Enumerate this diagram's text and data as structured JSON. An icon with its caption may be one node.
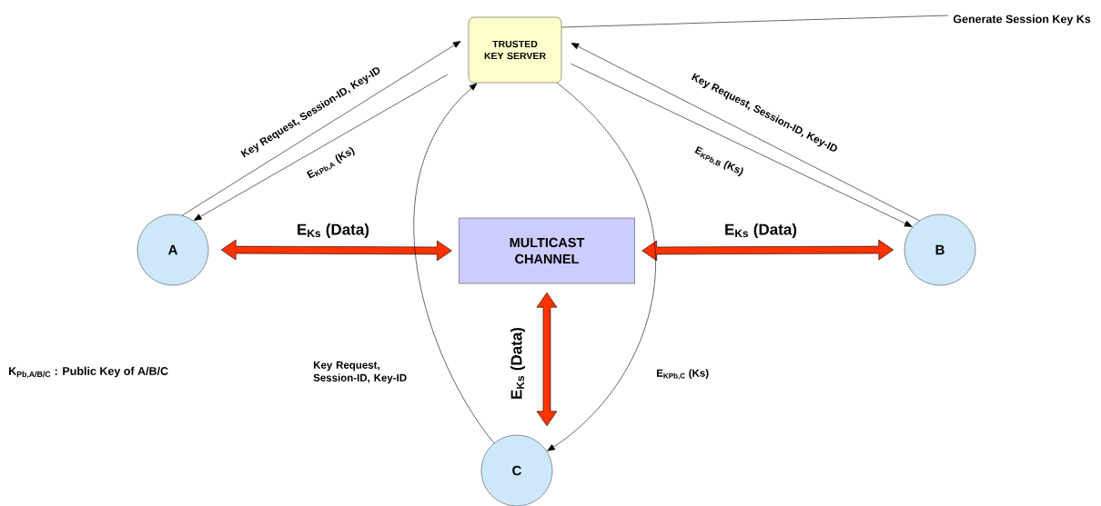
{
  "diagram": {
    "nodes": [
      {
        "text": [
          "TRUSTED KEY SERVER"
        ]
      },
      {
        "text": [
          "A"
        ]
      },
      {
        "text": [
          "MULTICAST CHANNEL"
        ]
      },
      {
        "text": [
          "B"
        ]
      },
      {
        "text": [
          "C"
        ]
      },
      {
        "text": [
          "Generate Session Key Ks"
        ]
      }
    ],
    "edges": [
      {
        "from": 1,
        "to": 0,
        "arrow": "to",
        "label": "Key Request, Session-ID, Key-ID"
      },
      {
        "from": 0,
        "to": 1,
        "arrow": "to",
        "label": "E$_{KPb,A}$ (Ks)"
      },
      {
        "from": 3,
        "to": 0,
        "arrow": "to",
        "label": "Key Request, Session-ID, Key-ID"
      },
      {
        "from": 0,
        "to": 3,
        "arrow": "to",
        "label": "E$_{KPb,B}$ (Ks)"
      },
      {
        "from": 1,
        "to": 2,
        "arrow": "both",
        "label": "E$_{Ks}$ (Data)",
        "style": "thick",
        "color": "#ff3300"
      },
      {
        "from": 2,
        "to": 3,
        "arrow": "both",
        "label": "E$_{Ks}$ (Data)",
        "style": "thick",
        "color": "#ff3300"
      },
      {
        "from": 4,
        "to": 2,
        "arrow": "both",
        "label": "E$_{Ks}$ (Data)",
        "style": "thick",
        "color": "#ff3300"
      },
      {
        "from": 4,
        "to": 0,
        "arrow": "to",
        "label": "Key Request, Session-ID, Key-ID"
      },
      {
        "from": 0,
        "to": 4,
        "arrow": "to",
        "label": "E$_{KPb,C}$ (Ks)"
      },
      {
        "from": 5,
        "to": 0,
        "arrow": "none"
      }
    ],
    "labels": [
      "K$_{Pb,A/B/C}$ : Public Key of A/B/C"
    ]
  }
}
